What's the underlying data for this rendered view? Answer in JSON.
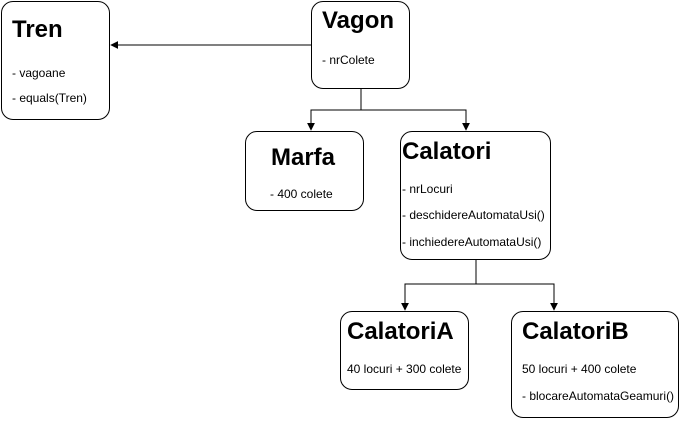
{
  "nodes": {
    "tren": {
      "title": "Tren",
      "lines": [
        "- vagoane",
        "- equals(Tren)"
      ]
    },
    "vagon": {
      "title": "Vagon",
      "lines": [
        "- nrColete"
      ]
    },
    "marfa": {
      "title": "Marfa",
      "lines": [
        "- 400 colete"
      ]
    },
    "calatori": {
      "title": "Calatori",
      "lines": [
        "- nrLocuri",
        "- deschidereAutomataUsi()",
        "- inchiedereAutomataUsi()"
      ]
    },
    "calatoriA": {
      "title": "CalatoriA",
      "lines": [
        "40 locuri + 300 colete"
      ]
    },
    "calatoriB": {
      "title": "CalatoriB",
      "lines": [
        "50 locuri + 400 colete",
        "- blocareAutomataGeamuri()"
      ]
    }
  }
}
